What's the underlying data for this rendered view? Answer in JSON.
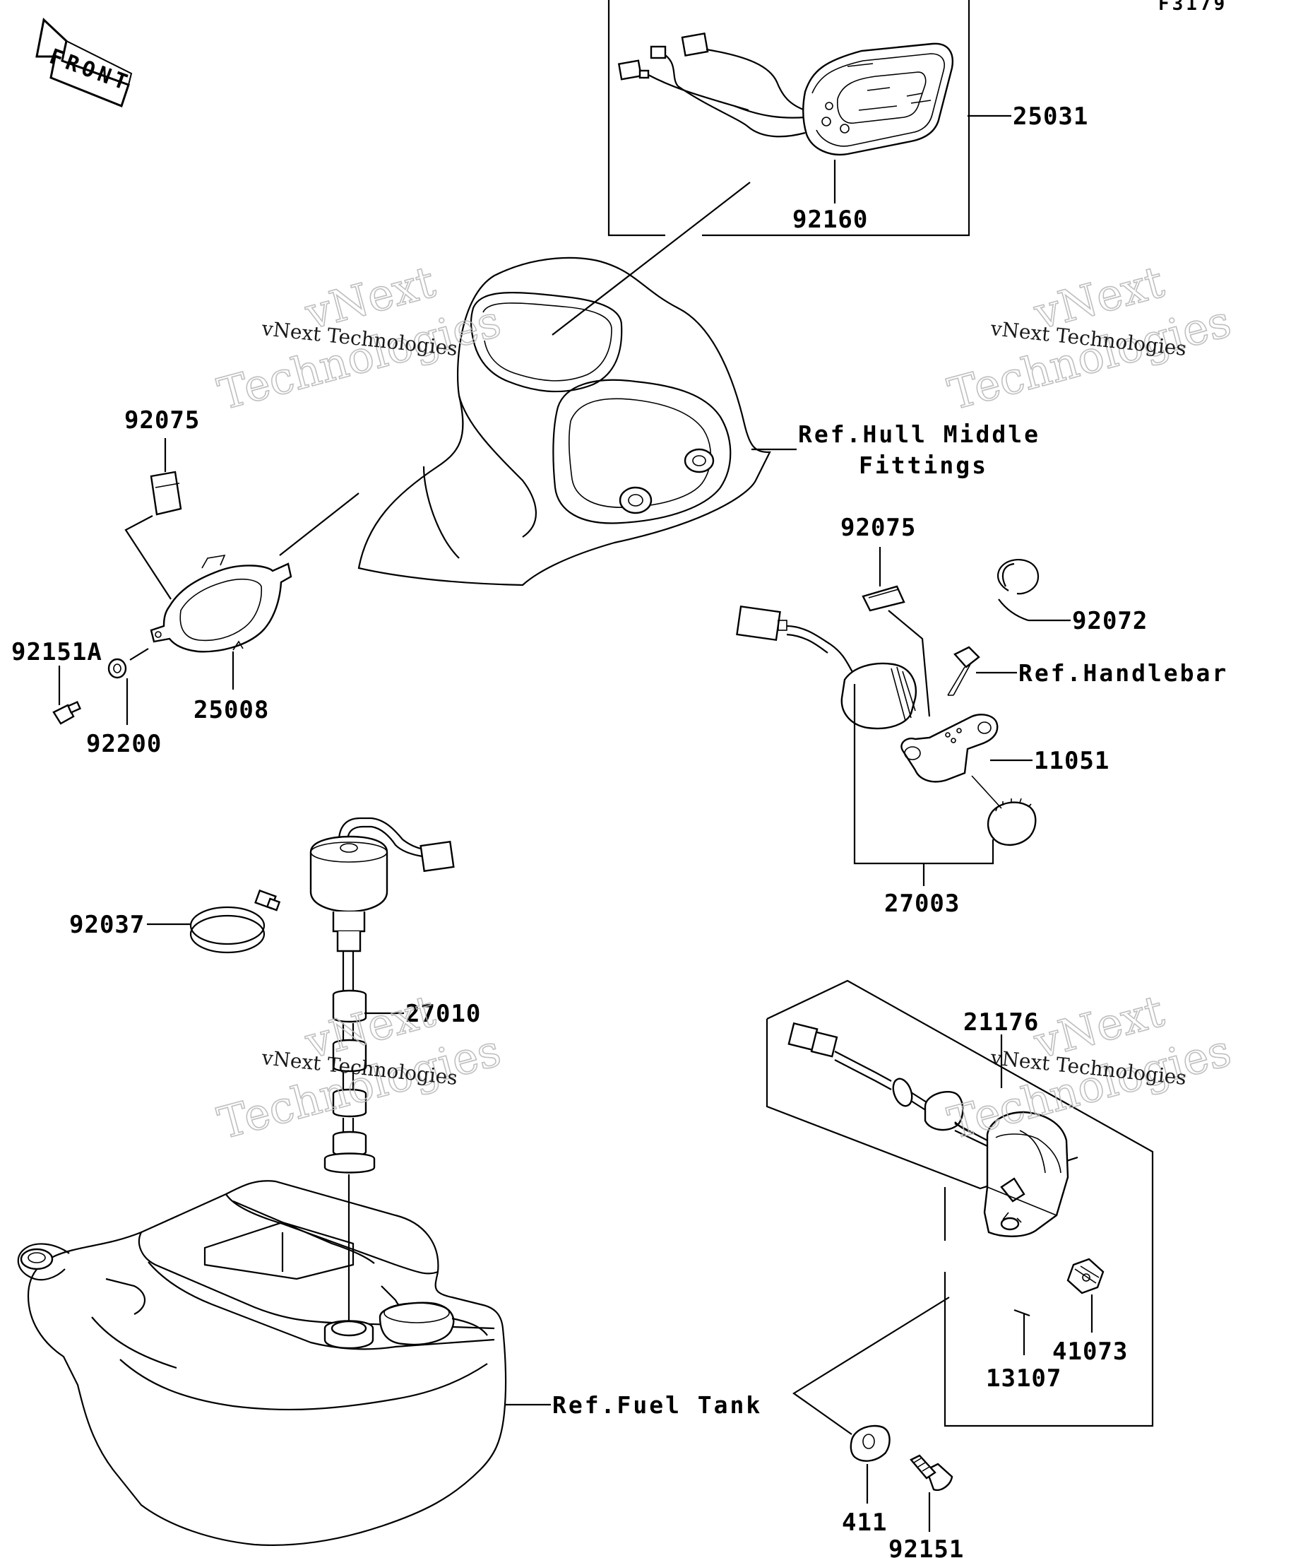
{
  "diagram_code": "F3179",
  "front_label": "FRONT",
  "watermark": {
    "line1": "vNext Technologies",
    "line2": "vNext",
    "line3": "Technologies"
  },
  "parts": {
    "p25031": "25031",
    "p92160": "92160",
    "p92075a": "92075",
    "p92151a": "92151A",
    "p92200": "92200",
    "p25008": "25008",
    "p92075b": "92075",
    "p92072": "92072",
    "p11051": "11051",
    "p27003": "27003",
    "p92037": "92037",
    "p27010": "27010",
    "p21176": "21176",
    "p41073": "41073",
    "p13107": "13107",
    "p411": "411",
    "p92151": "92151"
  },
  "refs": {
    "hull_line1": "Ref.Hull Middle",
    "hull_line2": "Fittings",
    "handlebar": "Ref.Handlebar",
    "fuel_tank": "Ref.Fuel Tank"
  }
}
